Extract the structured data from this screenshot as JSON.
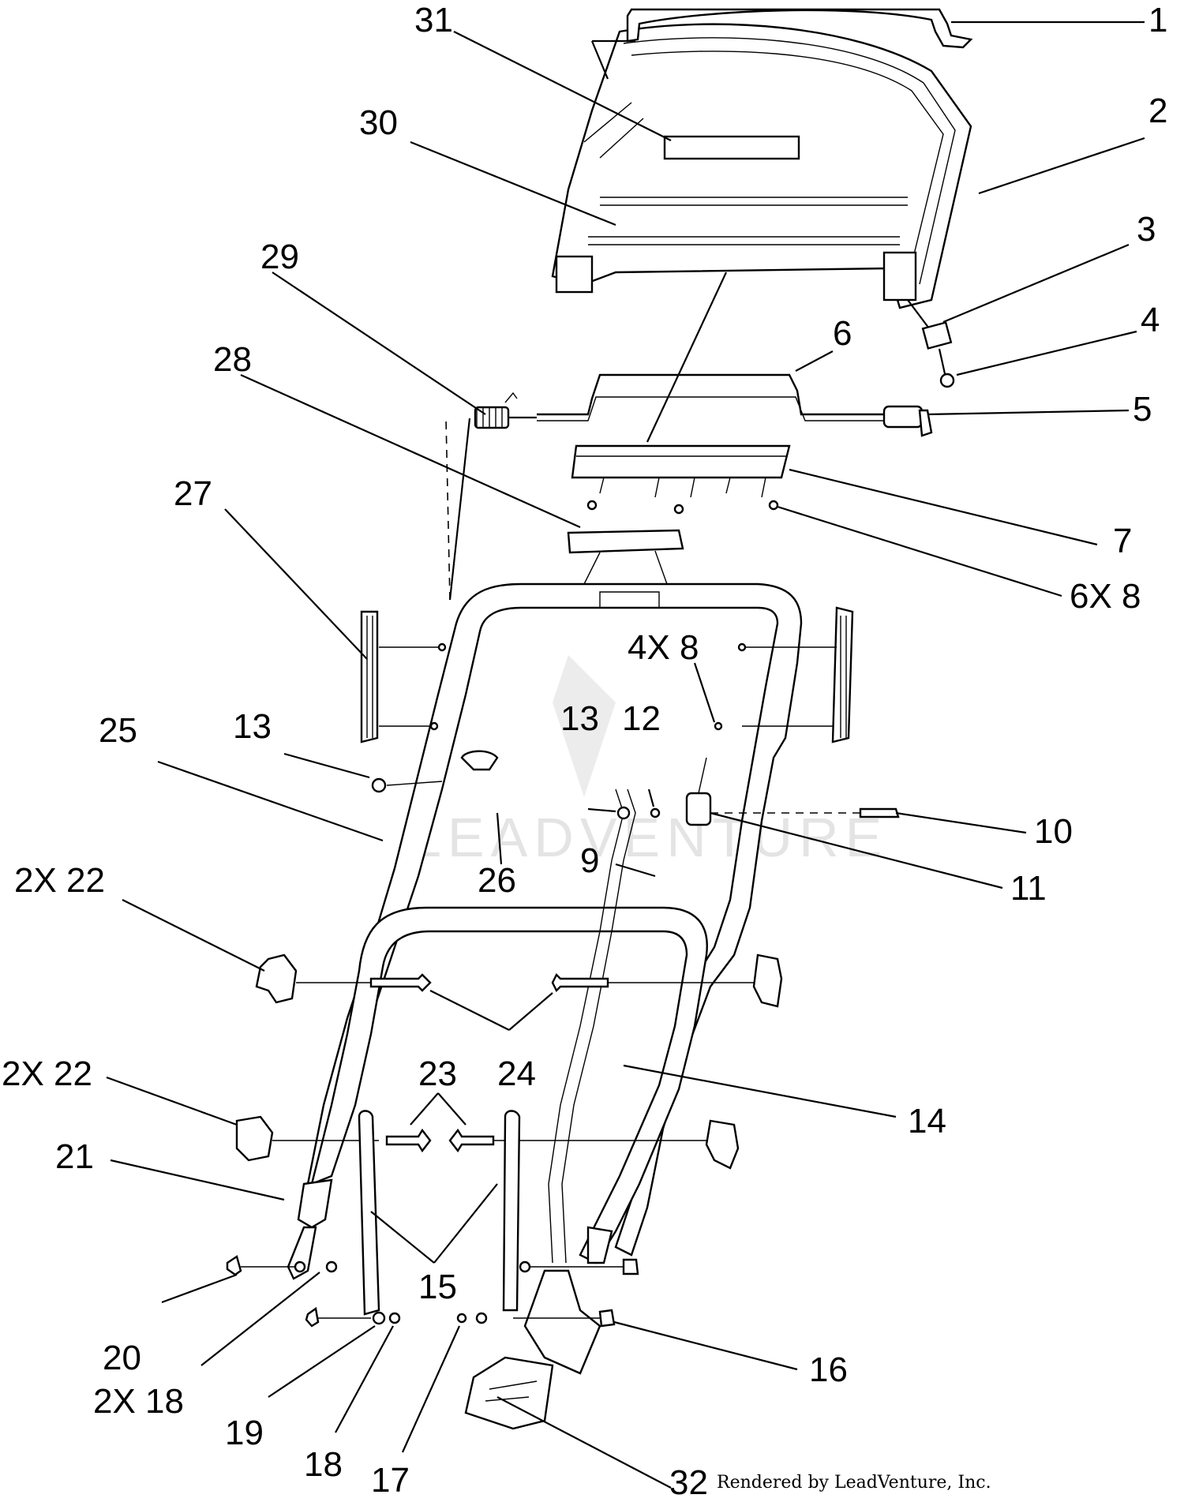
{
  "labels": [
    "1",
    "2",
    "3",
    "4",
    "5",
    "6",
    "7",
    "6X 8",
    "4X 8",
    "9",
    "10",
    "11",
    "12",
    "13",
    "13",
    "14",
    "15",
    "16",
    "17",
    "18",
    "2X 18",
    "19",
    "20",
    "21",
    "2X 22",
    "2X 22",
    "23",
    "24",
    "25",
    "26",
    "27",
    "28",
    "29",
    "30",
    "31",
    "32"
  ],
  "credit": "Rendered by LeadVenture, Inc.",
  "watermark": "LEADVENTURE"
}
